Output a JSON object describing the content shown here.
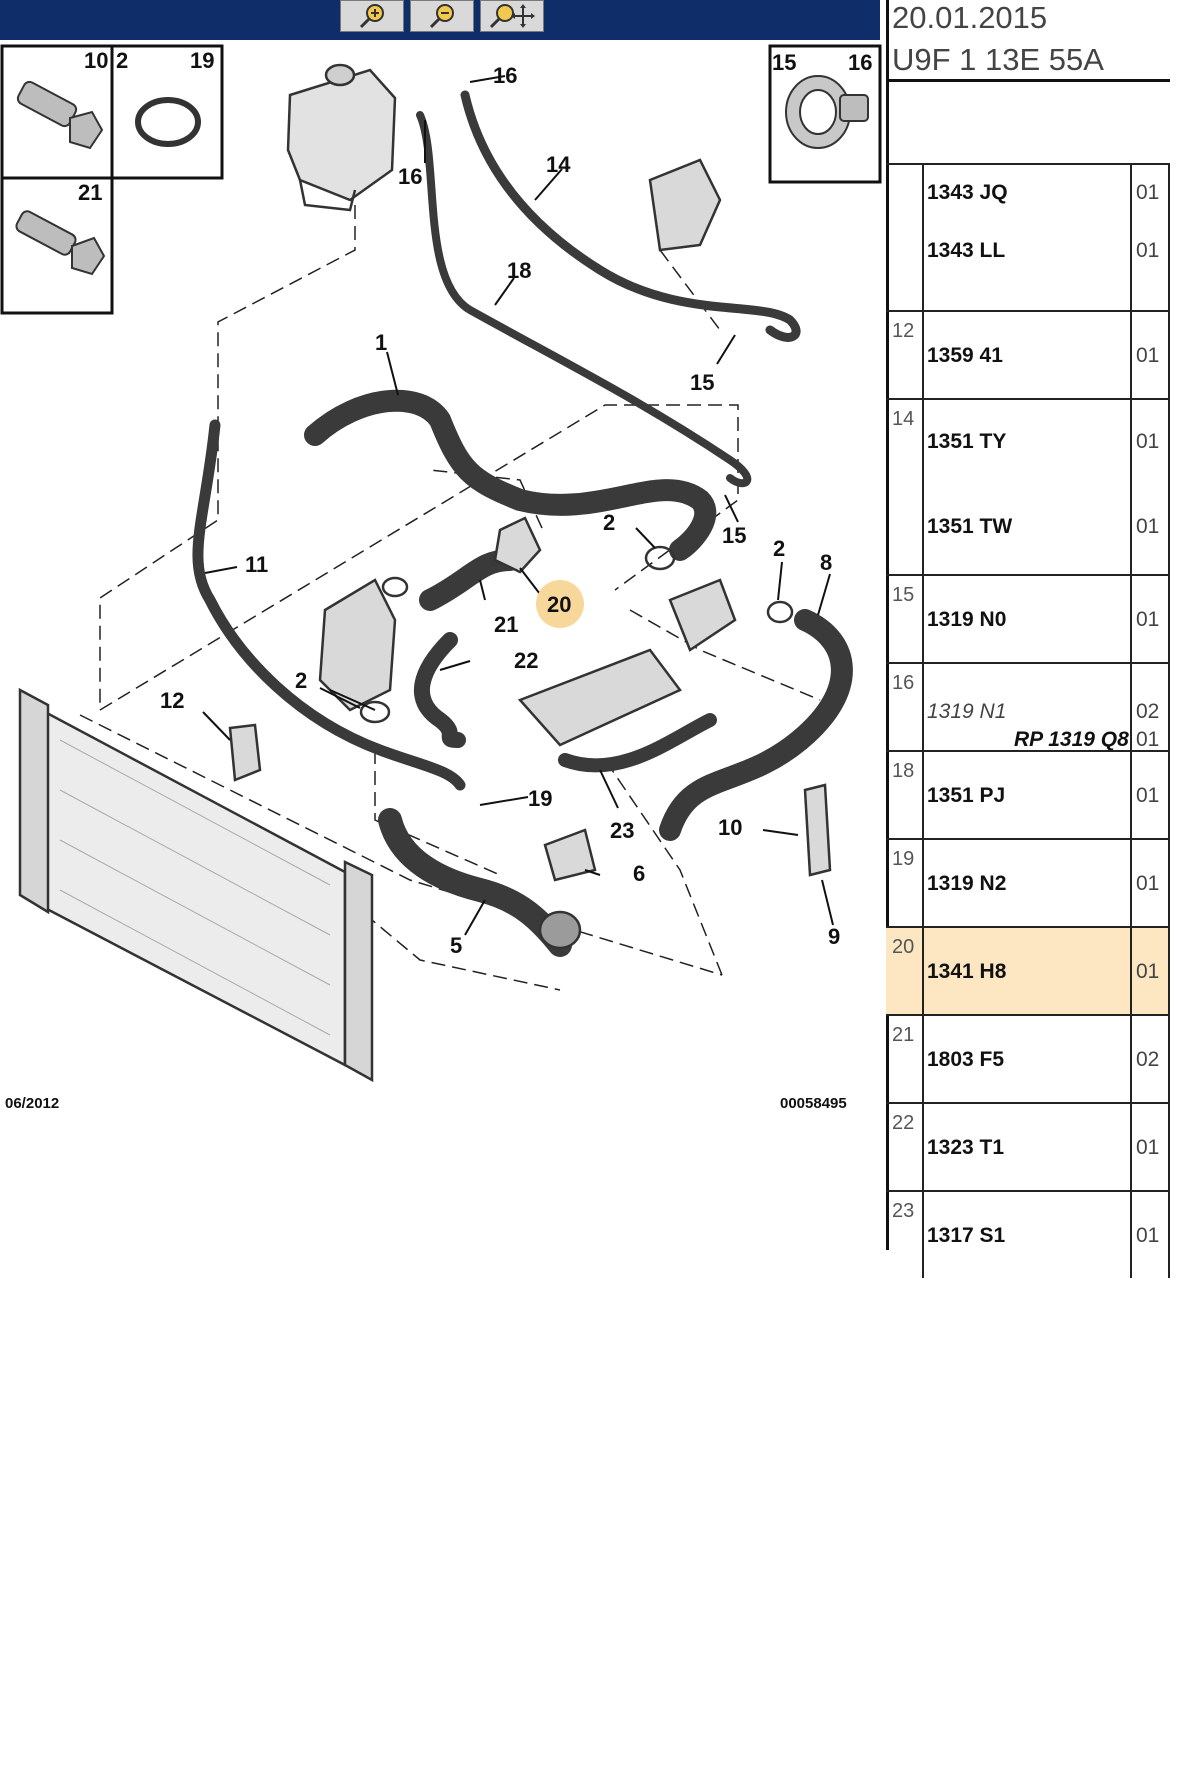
{
  "toolbar": {
    "buttons": [
      {
        "icon": "zoom-in-icon"
      },
      {
        "icon": "zoom-out-icon"
      },
      {
        "icon": "zoom-pan-icon"
      }
    ]
  },
  "header": {
    "date": "20.01.2015",
    "code": "U9F 1 13E 55A"
  },
  "diagram": {
    "callouts": [
      "1",
      "2",
      "5",
      "6",
      "8",
      "9",
      "10",
      "11",
      "12",
      "14",
      "15",
      "16",
      "18",
      "19",
      "20",
      "21",
      "22",
      "23"
    ],
    "inset_labels": {
      "top_left": [
        "10",
        "2",
        "19"
      ],
      "bottom_left": [
        "21"
      ],
      "top_right": [
        "15",
        "16"
      ]
    },
    "highlighted_callout": "20",
    "footer_left": "06/2012",
    "footer_right": "00058495"
  },
  "parts": [
    {
      "num": "",
      "refs": [
        "1343 JQ",
        "1343 LL"
      ],
      "qty": [
        "01",
        "01"
      ]
    },
    {
      "num": "12",
      "refs": [
        "1359 41"
      ],
      "qty": [
        "01"
      ]
    },
    {
      "num": "14",
      "refs": [
        "1351 TY",
        "1351 TW"
      ],
      "qty": [
        "01",
        "01"
      ]
    },
    {
      "num": "15",
      "refs": [
        "1319 N0"
      ],
      "qty": [
        "01"
      ]
    },
    {
      "num": "16",
      "refs": [
        "1319 N1"
      ],
      "qty": [
        "02"
      ],
      "replacement": "RP 1319 Q8",
      "replacement_qty": "01"
    },
    {
      "num": "18",
      "refs": [
        "1351 PJ"
      ],
      "qty": [
        "01"
      ]
    },
    {
      "num": "19",
      "refs": [
        "1319 N2"
      ],
      "qty": [
        "01"
      ]
    },
    {
      "num": "20",
      "refs": [
        "1341 H8"
      ],
      "qty": [
        "01"
      ],
      "selected": true
    },
    {
      "num": "21",
      "refs": [
        "1803 F5"
      ],
      "qty": [
        "02"
      ]
    },
    {
      "num": "22",
      "refs": [
        "1323 T1"
      ],
      "qty": [
        "01"
      ]
    },
    {
      "num": "23",
      "refs": [
        "1317 S1"
      ],
      "qty": [
        "01"
      ]
    }
  ],
  "colors": {
    "toolbar_bg": "#0f2d68",
    "selected_row": "#fde7c2",
    "highlight_circle": "#f7d79a"
  }
}
